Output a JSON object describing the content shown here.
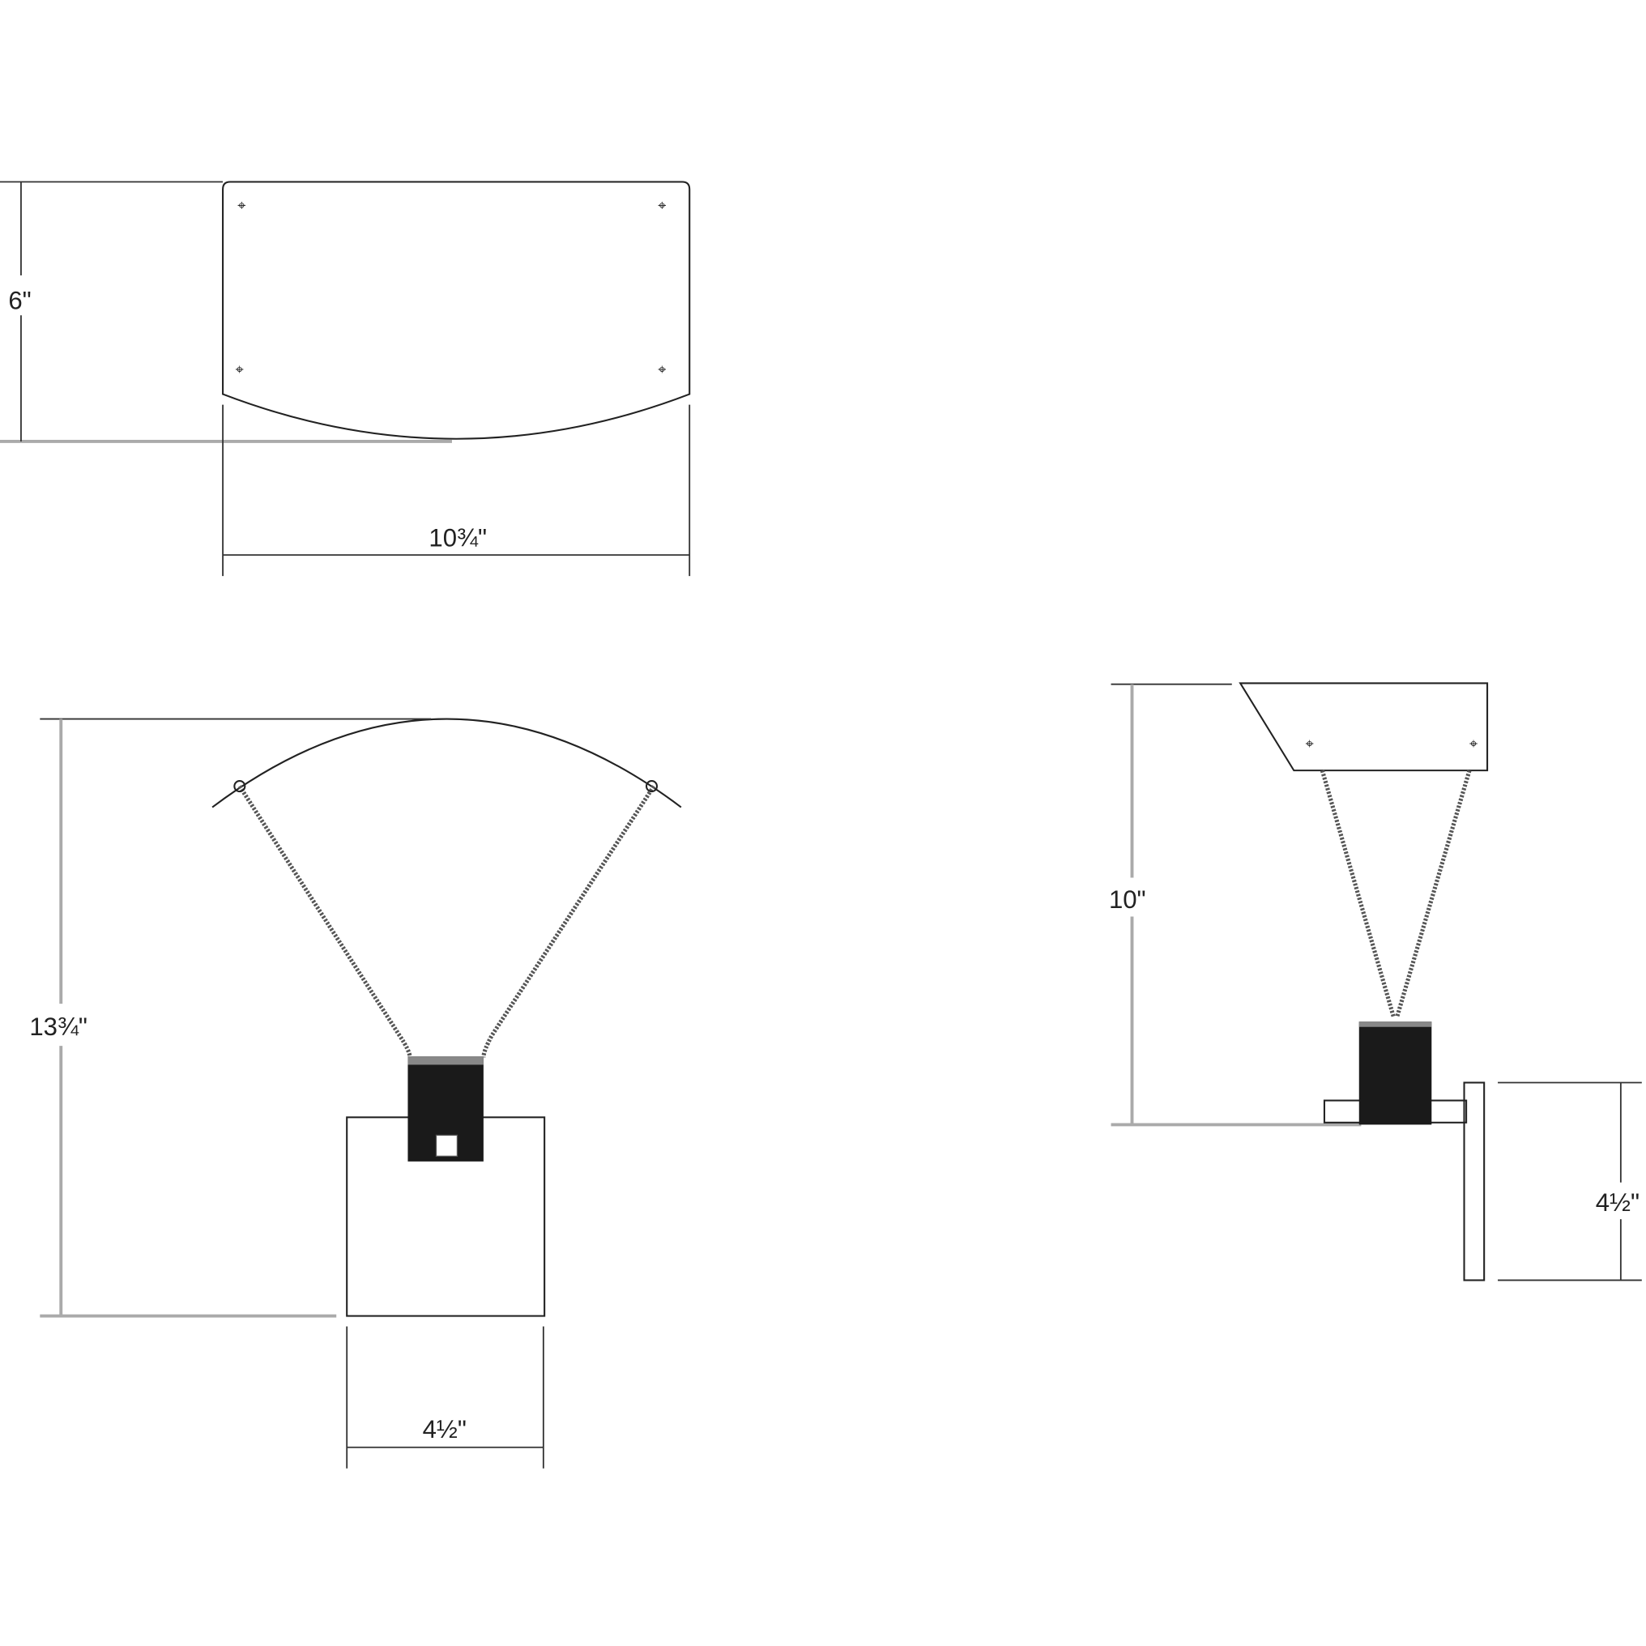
{
  "views": {
    "top_view": {
      "depth_label": "6\"",
      "width_label": "10¾\""
    },
    "front_view": {
      "height_label": "13¾\"",
      "backplate_width_label": "4½\""
    },
    "side_view": {
      "extension_label": "10\"",
      "backplate_height_label": "4½\""
    }
  },
  "colors": {
    "line": "#222222",
    "dimension_gray": "#aaaaaa",
    "background": "#ffffff"
  }
}
